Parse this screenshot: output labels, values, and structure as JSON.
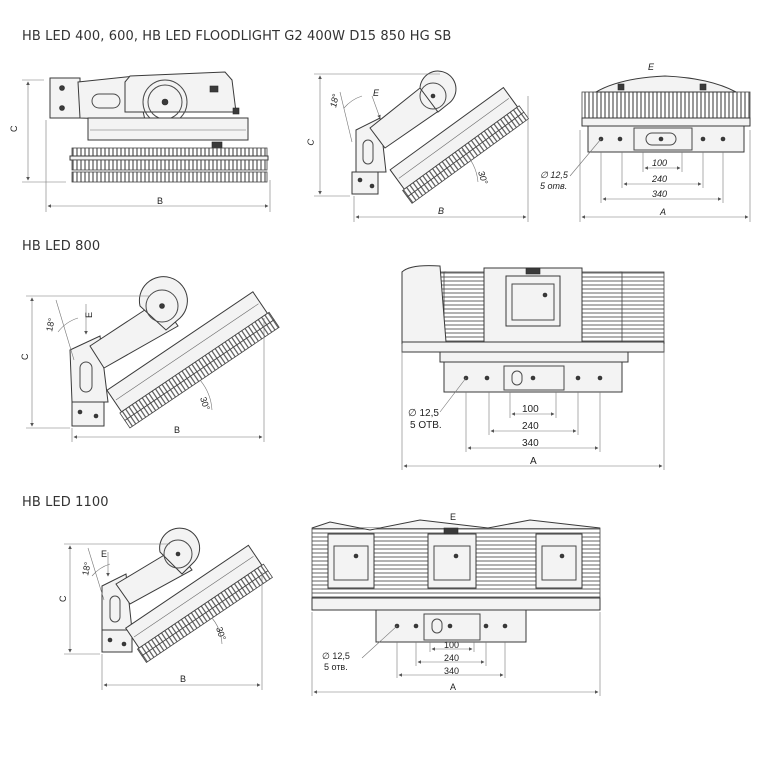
{
  "sections": [
    {
      "title": "HB LED 400, 600, HB LED FLOODLIGHT G2 400W D15 850 HG SB"
    },
    {
      "title": "HB LED 800"
    },
    {
      "title": "HB LED 1100"
    }
  ],
  "labels": {
    "A": "A",
    "B": "B",
    "C": "C",
    "E": "E",
    "angle18": "18°",
    "angle30": "30°",
    "hole": "∅ 12,5",
    "holes_count": "5 отв.",
    "holes_count_alt": "5 ОТВ.",
    "d100": "100",
    "d240": "240",
    "d340": "340"
  }
}
